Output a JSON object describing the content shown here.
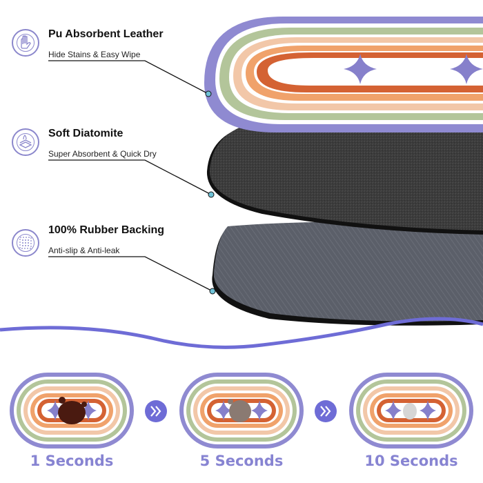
{
  "layers": [
    {
      "title": "Pu Absorbent Leather",
      "subtitle": "Hide Stains & Easy Wipe",
      "icon": "hand-wipe-icon"
    },
    {
      "title": "Soft Diatomite",
      "subtitle": "Super Absorbent & Quick Dry",
      "icon": "water-layers-icon"
    },
    {
      "title": "100% Rubber Backing",
      "subtitle": "Anti-slip & Anti-leak",
      "icon": "grip-dots-icon"
    }
  ],
  "stages": [
    {
      "caption": "1 Seconds"
    },
    {
      "caption": "5 Seconds"
    },
    {
      "caption": "10 Seconds"
    }
  ],
  "colors": {
    "accent": "#8784d2",
    "wave": "#6e6cd6",
    "ring_purple": "#8f8ad1",
    "ring_green": "#b3c59a",
    "ring_peach": "#f2c7a8",
    "ring_orange": "#f0a26b",
    "ring_rust": "#d46233",
    "star": "#8680cb",
    "diatomite": "#3a3a3a",
    "rubber": "#5b5f69"
  }
}
